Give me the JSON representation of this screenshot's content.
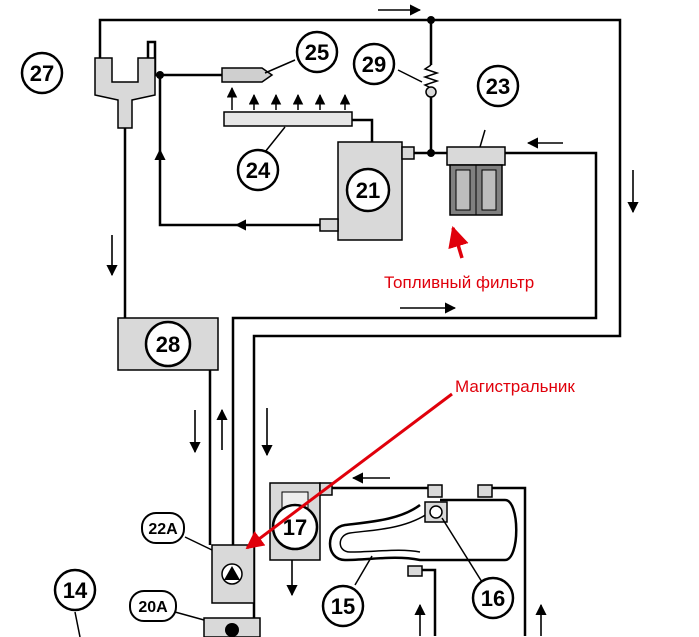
{
  "labels": {
    "n27": "27",
    "n25": "25",
    "n29": "29",
    "n23": "23",
    "n24": "24",
    "n21": "21",
    "n28": "28",
    "n22a": "22A",
    "n17": "17",
    "n15": "15",
    "n16": "16",
    "n14": "14",
    "n20a": "20A"
  },
  "annotations": {
    "fuel_filter": "Топливный фильтр",
    "main_line": "Магистральник"
  },
  "colors": {
    "line": "#000000",
    "component_fill": "#d9d9d9",
    "annotation": "#e0000b"
  }
}
